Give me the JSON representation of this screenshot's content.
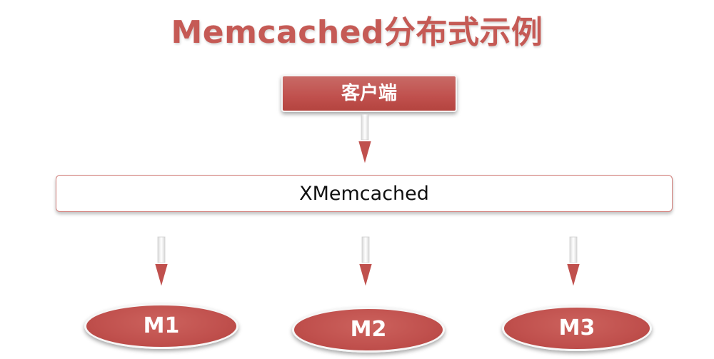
{
  "title": "Memcached分布式示例",
  "client": {
    "label": "客户端"
  },
  "xmemcached": {
    "label": "XMemcached"
  },
  "servers": [
    {
      "label": "M1"
    },
    {
      "label": "M2"
    },
    {
      "label": "M3"
    }
  ],
  "colors": {
    "accent": "#c0504d",
    "title": "#c55a55",
    "box_border": "#d2807c"
  }
}
